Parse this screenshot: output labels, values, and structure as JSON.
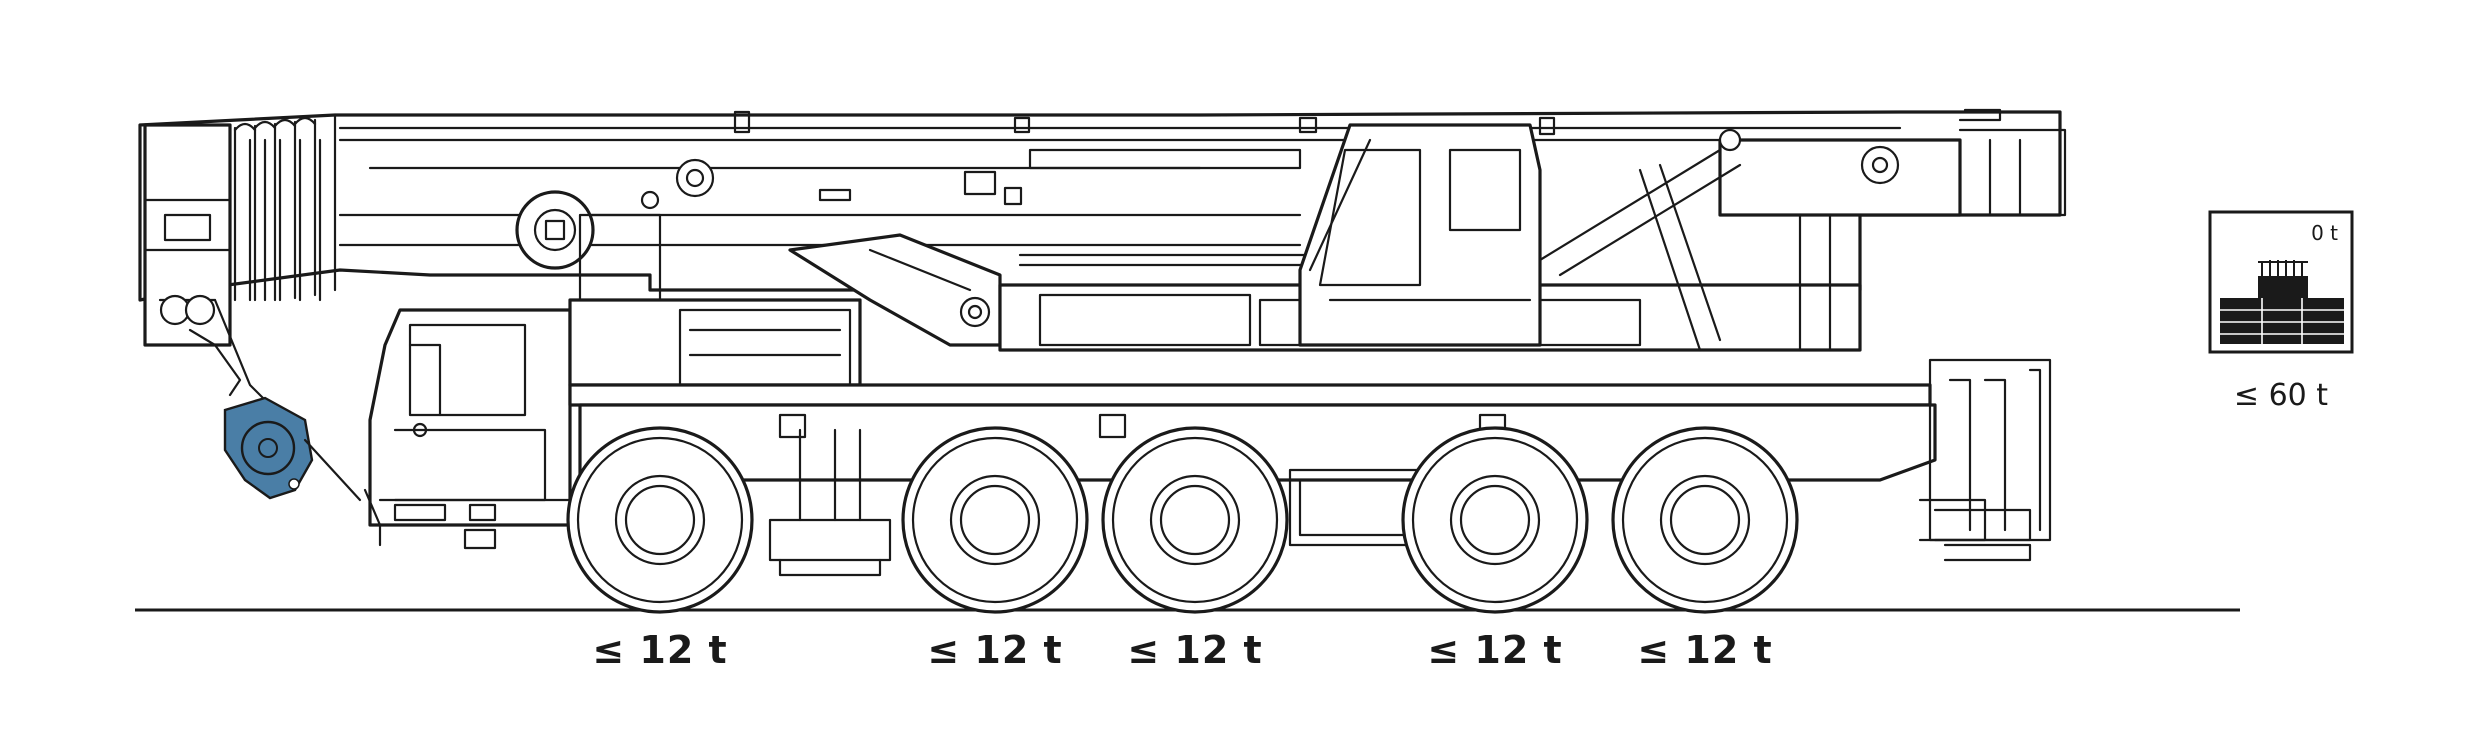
{
  "axle_loads": [
    {
      "label": "≤ 12 t"
    },
    {
      "label": "≤ 12 t"
    },
    {
      "label": "≤ 12 t"
    },
    {
      "label": "≤ 12 t"
    },
    {
      "label": "≤ 12 t"
    }
  ],
  "counterweight_panel": {
    "counterweight_value": "0 t",
    "max_value": "≤ 60 t"
  },
  "colors": {
    "ink": "#1a1a1a",
    "hook_block": "#4a7ea6"
  }
}
